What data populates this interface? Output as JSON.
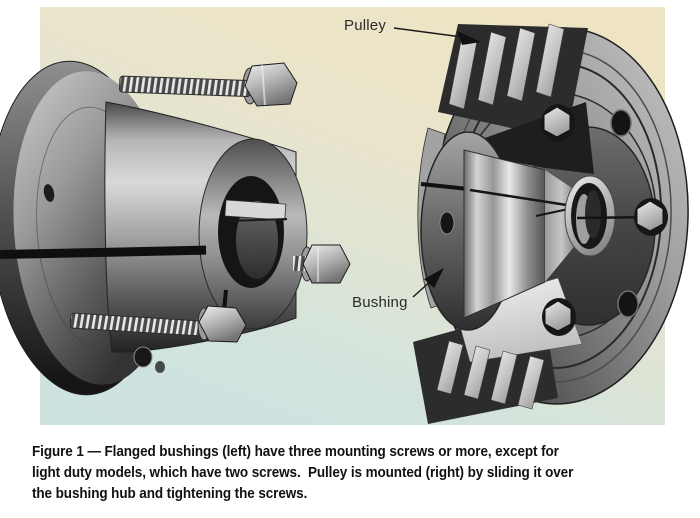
{
  "figure": {
    "labels": {
      "pulley": "Pulley",
      "bushing": "Bushing"
    },
    "caption": {
      "lines": [
        "Figure 1 — Flanged bushings (left) have three mounting screws or more, except for",
        "light duty models, which have two screws.  Pulley is mounted (right) by sliding it over",
        "the bushing hub and tightening the screws."
      ]
    },
    "colors": {
      "page_background": "#ffffff",
      "photo_gradient_top": "#eee4c3",
      "photo_gradient_middle": "#e0e5d3",
      "photo_gradient_bottom": "#cfe3df",
      "caption_text": "#111111",
      "label_text": "#2b2b2b",
      "leader_line": "#1a1a1a",
      "metal_light": "#d9d9d9",
      "metal_dark": "#2c2c2c"
    },
    "icons": {
      "pulley_arrow": "leader-arrowhead",
      "bushing_arrow": "leader-arrowhead"
    }
  }
}
